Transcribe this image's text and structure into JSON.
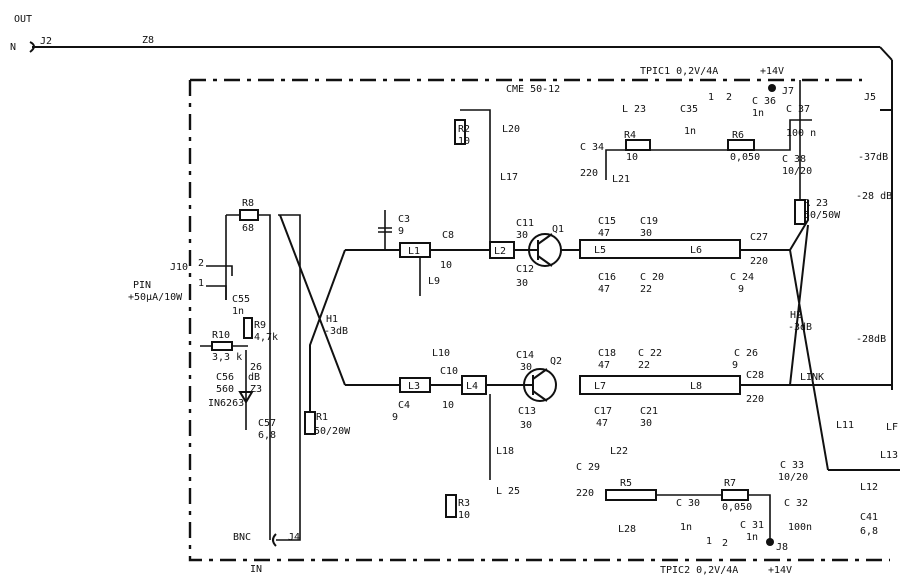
{
  "board": {
    "title": "CME 50-12",
    "port_out": "OUT",
    "port_in": "IN"
  },
  "top_bar": {
    "tpic1": "TPIC1  0,2V/4A",
    "supply1": "+14V"
  },
  "bottom_bar": {
    "tpic2": "TPIC2  0,2V/4A",
    "supply2": "+14V"
  },
  "connectors": {
    "n": "N",
    "j2": "J2",
    "z8": "Z8",
    "j5": "J5",
    "j7": "J7",
    "j8": "J8",
    "j10": "J10",
    "j4": "J4",
    "bnc": "BNC"
  },
  "pin_label": {
    "line1": "PIN",
    "line2": "+50µA/10W"
  },
  "attenuation": {
    "a37": "-37dB",
    "a28a": "-28 dB",
    "a28b": "-28dB",
    "m3db_h1": "-3dB",
    "m3db_h2": "-3dB"
  },
  "hybrids": {
    "h1": "H1",
    "h2": "H2"
  },
  "link": "LINK",
  "transistors": {
    "q1": "Q1",
    "q2": "Q2"
  },
  "inductors": {
    "l1": "L1",
    "l2": "L2",
    "l3": "L3",
    "l4": "L4",
    "l5": "L5",
    "l6": "L6",
    "l7": "L7",
    "l8": "L8",
    "l9": "L9",
    "l10": "L10",
    "l11": "L11",
    "l12": "L12",
    "l13": "L13",
    "l17": "L17",
    "l18": "L18",
    "l20": "L20",
    "l21": "L21",
    "l22": "L22",
    "l23": "L 23",
    "l25": "L 25",
    "l28": "L28",
    "lf": "LF"
  },
  "resistors": {
    "r1": "R1",
    "r1v": "50/20W",
    "r2": "R2",
    "r2v": "10",
    "r3": "R3",
    "r3v": "10",
    "r4": "R4",
    "r4v": "10",
    "r5": "R5",
    "r6": "R6",
    "r6v": "0,050",
    "r7": "R7",
    "r7v": "0,050",
    "r8": "R8",
    "r8v": "68",
    "r9": "R9",
    "r9v": "4,7k",
    "r10": "R10",
    "r10v": "3,3 k",
    "r23": "R 23",
    "r23v": "50/50W"
  },
  "capacitors": {
    "c3": "C3",
    "c3v": "9",
    "c4": "C4",
    "c4v": "9",
    "c8": "C8",
    "c8v": "10",
    "c10": "C10",
    "c10v": "10",
    "c11": "C11",
    "c11v": "30",
    "c12": "C12",
    "c12v": "30",
    "c13": "C13",
    "c13v": "30",
    "c14": "C14",
    "c14v": "30",
    "c15": "C15",
    "c15v": "47",
    "c16": "C16",
    "c16v": "47",
    "c17": "C17",
    "c17v": "47",
    "c18": "C18",
    "c18v": "47",
    "c19": "C19",
    "c19v": "30",
    "c20": "C 20",
    "c20v": "22",
    "c21": "C21",
    "c21v": "30",
    "c22": "C 22",
    "c22v": "22",
    "c24": "C 24",
    "c24v": "9",
    "c26": "C 26",
    "c26v": "9",
    "c27": "C27",
    "c27v": "220",
    "c28": "C28",
    "c28v": "220",
    "c29": "C 29",
    "c29v": "220",
    "c30": "C 30",
    "c30v": "1n",
    "c31": "C 31",
    "c31v": "1n",
    "c32": "C 32",
    "c32v": "100n",
    "c33": "C 33",
    "c33v": "10/20",
    "c34": "C 34",
    "c34v": "220",
    "c35": "C35",
    "c35v": "1n",
    "c36": "C 36",
    "c36v": "1n",
    "c37": "C 37",
    "c37v": "100 n",
    "c38": "C 38",
    "c38v": "10/20",
    "c41": "C41",
    "c41v": "6,8",
    "c55": "C55",
    "c55v": "1n",
    "c56": "C56",
    "c56v": "560",
    "c57": "C57",
    "c57v": "6,8"
  },
  "diode": {
    "z3": "Z3",
    "part": "IN6263",
    "d26": "26",
    "db": "dB"
  },
  "pin_numbers": {
    "p1": "1",
    "p2": "2"
  }
}
